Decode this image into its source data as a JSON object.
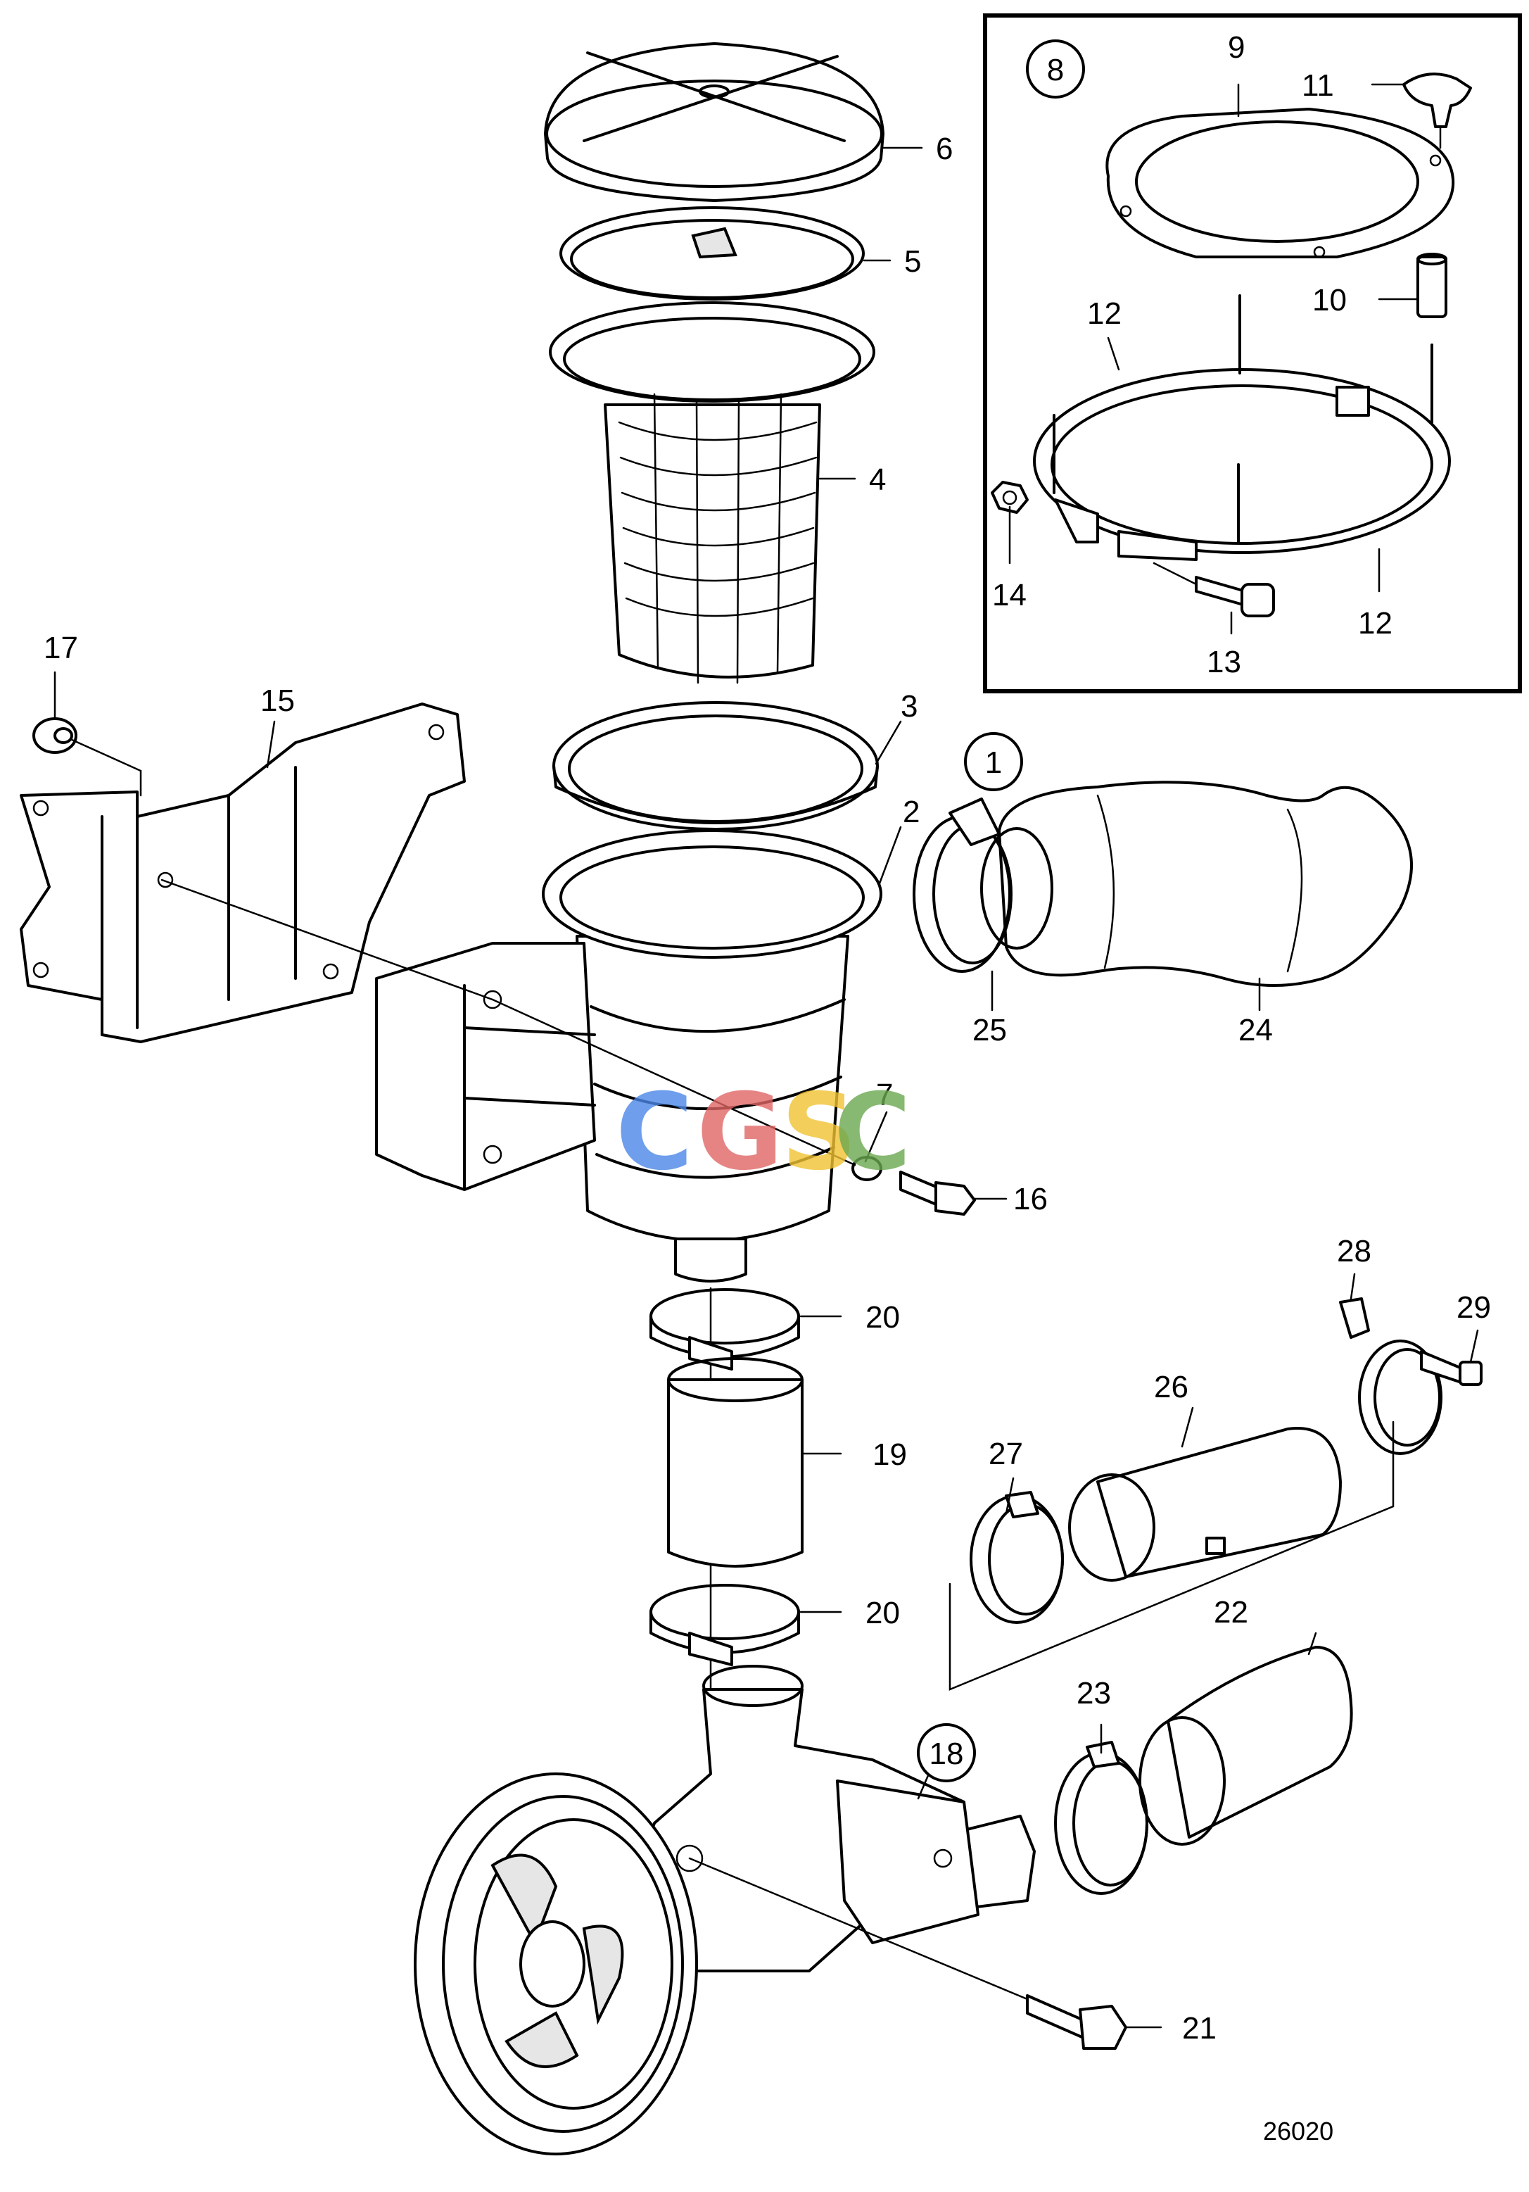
{
  "labels": {
    "p2": "2",
    "p3": "3",
    "p4": "4",
    "p5": "5",
    "p6": "6",
    "p7": "7",
    "p9": "9",
    "p10": "10",
    "p11": "11",
    "p12a": "12",
    "p12b": "12",
    "p13": "13",
    "p14": "14",
    "p15": "15",
    "p16": "16",
    "p17": "17",
    "p19": "19",
    "p20a": "20",
    "p20b": "20",
    "p21": "21",
    "p22": "22",
    "p23": "23",
    "p24": "24",
    "p25": "25",
    "p26": "26",
    "p27": "27",
    "p28": "28",
    "p29": "29"
  },
  "badges": {
    "b1": "1",
    "b8": "8",
    "b18": "18"
  },
  "drawing_number": "26020",
  "watermark": {
    "c1": "C",
    "g": "G",
    "s": "S",
    "c2": "C"
  },
  "colors": {
    "line": "#000000",
    "background": "#ffffff",
    "watermark_blue": "#4a86e8",
    "watermark_red": "#e06666",
    "watermark_yellow": "#f1c232",
    "watermark_green": "#6aa84f"
  }
}
